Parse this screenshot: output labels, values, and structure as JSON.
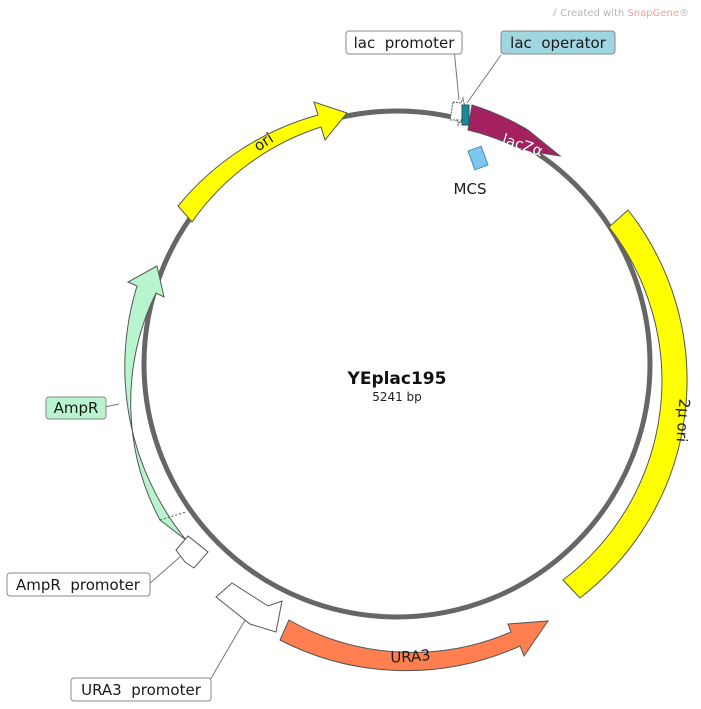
{
  "watermark": {
    "prefix": "Created with",
    "brand": "SnapGene",
    "mark": "®"
  },
  "plasmid": {
    "name": "YEplac195",
    "length_label": "5241 bp",
    "length_bp": 5241
  },
  "colors": {
    "backbone": "#666666",
    "ori": "#ffff00",
    "two_micron_ori": "#ffff00",
    "lacZ": "#a3215e",
    "mcs": "#7ec8f0",
    "lac_operator": "#1a8a9a",
    "lac_operator_label_bg": "#9fd6e0",
    "ampR": "#b8f5cf",
    "ampR_label_bg": "#b8f5cf",
    "ura3": "#ff7f50",
    "promoter": "#ffffff"
  },
  "features": {
    "lac_promoter": "lac  promoter",
    "lac_operator": "lac  operator",
    "lacZ": "lacZα",
    "mcs": "MCS",
    "ori": "ori",
    "two_micron_ori": "2µ ori",
    "ampR": "AmpR",
    "ampR_promoter": "AmpR  promoter",
    "ura3": "URA3",
    "ura3_promoter": "URA3  promoter"
  }
}
